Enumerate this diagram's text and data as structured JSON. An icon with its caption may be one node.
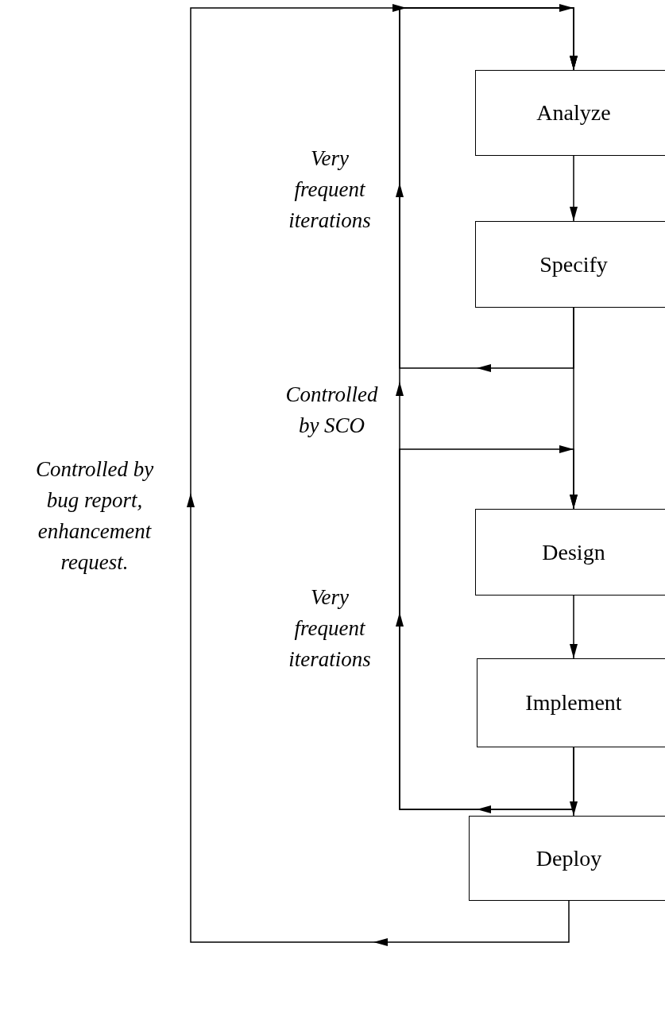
{
  "diagram": {
    "nodes": [
      {
        "text": [
          "Analyze"
        ]
      },
      {
        "text": [
          "Specify"
        ]
      },
      {
        "text": [
          "Design"
        ]
      },
      {
        "text": [
          "Implement"
        ]
      },
      {
        "text": [
          "Deploy"
        ]
      }
    ],
    "edges": [
      {
        "from": 0,
        "to": 1,
        "arrow": "to"
      },
      {
        "from": 1,
        "to": 2,
        "arrow": "to"
      },
      {
        "from": 2,
        "to": 3,
        "arrow": "to"
      },
      {
        "from": 3,
        "to": 4,
        "arrow": "to"
      },
      {
        "from": 1,
        "to": 0,
        "arrow": "to"
      },
      {
        "from": 3,
        "to": 2,
        "arrow": "to"
      },
      {
        "from": 3,
        "to": 0,
        "arrow": "to"
      },
      {
        "from": 4,
        "to": 0,
        "arrow": "to"
      }
    ],
    "labels": [
      "Very frequent iterations",
      "Controlled by SCO",
      "Very frequent iterations",
      "Controlled by bug report, enhancement request."
    ]
  }
}
